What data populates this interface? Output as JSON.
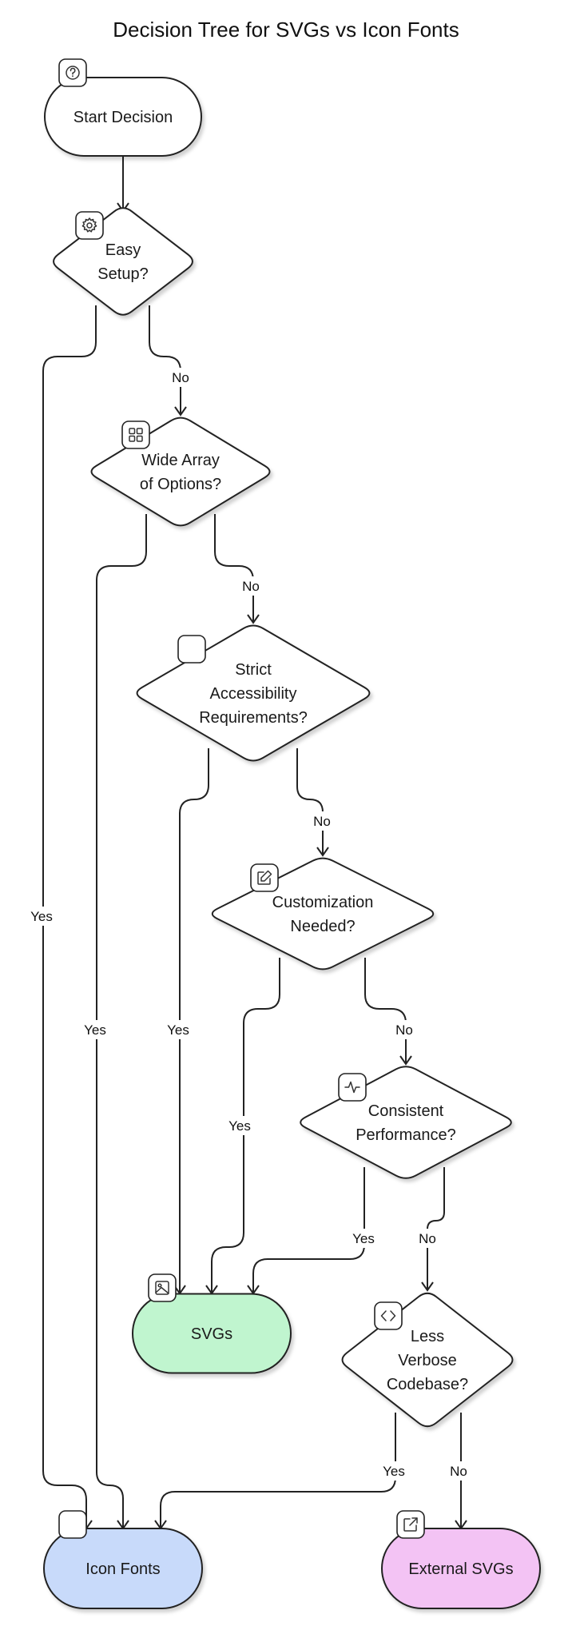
{
  "title": "Decision Tree for SVGs vs Icon Fonts",
  "colors": {
    "decision_fill": "#ffffff",
    "start_fill": "#ffffff",
    "svgs_fill": "#c0f5cf",
    "icon_fonts_fill": "#c8dafa",
    "external_svgs_fill": "#f3c3f4",
    "stroke": "#222222"
  },
  "nodes": {
    "start": {
      "lines": [
        "Start Decision"
      ],
      "icon": "help-circle-icon"
    },
    "easy_setup": {
      "lines": [
        "Easy",
        "Setup?"
      ],
      "icon": "gear-icon"
    },
    "wide_array": {
      "lines": [
        "Wide Array",
        "of Options?"
      ],
      "icon": "grid-icon"
    },
    "accessibility": {
      "lines": [
        "Strict",
        "Accessibility",
        "Requirements?"
      ],
      "icon": "blank-icon"
    },
    "customization": {
      "lines": [
        "Customization",
        "Needed?"
      ],
      "icon": "edit-icon"
    },
    "performance": {
      "lines": [
        "Consistent",
        "Performance?"
      ],
      "icon": "activity-icon"
    },
    "codebase": {
      "lines": [
        "Less",
        "Verbose",
        "Codebase?"
      ],
      "icon": "code-icon"
    },
    "svgs": {
      "lines": [
        "SVGs"
      ],
      "icon": "image-icon"
    },
    "icon_fonts": {
      "lines": [
        "Icon Fonts"
      ],
      "icon": "blank-icon"
    },
    "external_svgs": {
      "lines": [
        "External SVGs"
      ],
      "icon": "external-link-icon"
    }
  },
  "edges": [
    {
      "from": "start",
      "to": "easy_setup",
      "label": ""
    },
    {
      "from": "easy_setup",
      "to": "icon_fonts",
      "label": "Yes"
    },
    {
      "from": "easy_setup",
      "to": "wide_array",
      "label": "No"
    },
    {
      "from": "wide_array",
      "to": "icon_fonts",
      "label": "Yes"
    },
    {
      "from": "wide_array",
      "to": "accessibility",
      "label": "No"
    },
    {
      "from": "accessibility",
      "to": "svgs",
      "label": "Yes"
    },
    {
      "from": "accessibility",
      "to": "customization",
      "label": "No"
    },
    {
      "from": "customization",
      "to": "svgs",
      "label": "Yes"
    },
    {
      "from": "customization",
      "to": "performance",
      "label": "No"
    },
    {
      "from": "performance",
      "to": "svgs",
      "label": "Yes"
    },
    {
      "from": "performance",
      "to": "codebase",
      "label": "No"
    },
    {
      "from": "codebase",
      "to": "icon_fonts",
      "label": "Yes"
    },
    {
      "from": "codebase",
      "to": "external_svgs",
      "label": "No"
    }
  ]
}
